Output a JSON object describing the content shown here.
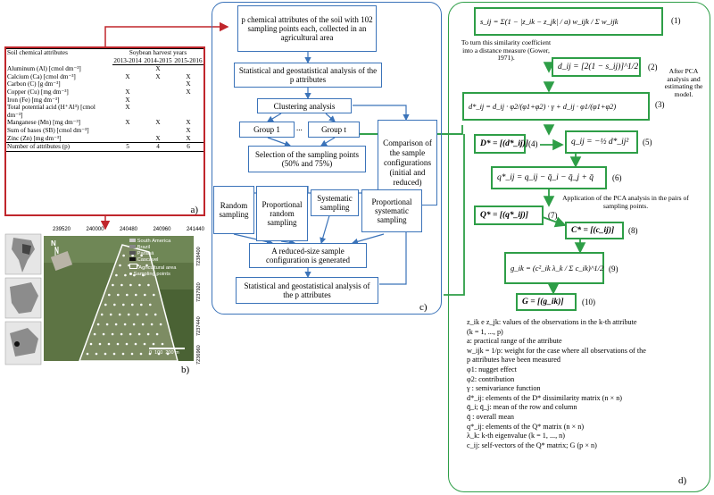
{
  "panel_a": {
    "label": "a)",
    "header_left": "Soil chemical attributes",
    "header_group": "Soybean harvest years",
    "years": [
      "2013-2014",
      "2014-2015",
      "2015-2016"
    ],
    "rows": [
      {
        "name": "Aluminum (Al) [cmol dm⁻³]",
        "marks": [
          "",
          "X",
          ""
        ]
      },
      {
        "name": "Calcium (Ca) [cmol dm⁻³]",
        "marks": [
          "X",
          "X",
          "X"
        ]
      },
      {
        "name": "Carbon (C) [g dm⁻³]",
        "marks": [
          "",
          "",
          "X"
        ]
      },
      {
        "name": "Copper (Cu) [mg dm⁻³]",
        "marks": [
          "X",
          "",
          "X"
        ]
      },
      {
        "name": "Iron (Fe) [mg dm⁻³]",
        "marks": [
          "X",
          "",
          ""
        ]
      },
      {
        "name": "Total potential acid (H⁺Al³) [cmol dm⁻³]",
        "marks": [
          "X",
          "",
          ""
        ]
      },
      {
        "name": "Manganese (Mn) [mg dm⁻³]",
        "marks": [
          "X",
          "X",
          "X"
        ]
      },
      {
        "name": "Sum of bases (SB) [cmol dm⁻³]",
        "marks": [
          "",
          "",
          "X"
        ]
      },
      {
        "name": "Zinc (Zn) [mg dm⁻³]",
        "marks": [
          "",
          "X",
          "X"
        ]
      }
    ],
    "total_row": {
      "name": "Number of attributes (p)",
      "values": [
        "5",
        "4",
        "6"
      ]
    }
  },
  "panel_b": {
    "label": "b)",
    "x_ticks": [
      "239520",
      "240000",
      "240480",
      "240960",
      "241440"
    ],
    "y_ticks": [
      "7238400",
      "7237920",
      "7237440",
      "7236960"
    ],
    "legend": [
      "South America",
      "Brazil",
      "Paraná",
      "Cascavel",
      "Agricultural area",
      "Sampling points"
    ],
    "scale": [
      "0",
      "100",
      "200 m"
    ],
    "north": "N"
  },
  "panel_c": {
    "label": "c)",
    "top": "p chemical attributes of the soil with 102 sampling points each, collected in an agricultural area",
    "stat1": "Statistical and geostatistical analysis of the p attributes",
    "cluster": "Clustering analysis",
    "group1": "Group 1",
    "dots": "...",
    "groupt": "Group t",
    "selection": "Selection of the sampling points (50% and 75%)",
    "random": "Random sampling",
    "prop_random": "Proportional random sampling",
    "systematic": "Systematic sampling",
    "prop_systematic": "Proportional systematic sampling",
    "reduced": "A reduced-size sample configuration is generated",
    "stat2": "Statistical and geostatistical analysis of the p attributes",
    "comparison": "Comparison of the sample configurations (initial and reduced)"
  },
  "panel_d": {
    "label": "d)",
    "eq1": "s_ij = Σ(1 − |z_ik − z_jk| / a) w_ijk / Σ w_ijk",
    "eq2": "d_ij = [2(1 − s_ij)]^1/2",
    "eq3": "d*_ij = d_ij · φ2/(φ1+φ2) · γ + d_ij · φ1/(φ1+φ2)",
    "eq4": "D* = [(d*_ij)]",
    "eq5": "q_ij = −½ d*_ij²",
    "eq6": "q*_ij = q_ij − q̄_i − q̄_j + q̄",
    "eq7": "Q* = [(q*_ij)]",
    "eq8": "C* = [(c_ij)]",
    "eq9": "g_ik = (c²_ik λ_k / Σ c_ik)^1/2",
    "eq10": "G = [(g_ik)]",
    "nums": [
      "(1)",
      "(2)",
      "(3)",
      "(4)",
      "(5)",
      "(6)",
      "(7)",
      "(8)",
      "(9)",
      "(10)"
    ],
    "note1": "To turn this similarity coefficient into a distance measure (Gower, 1971).",
    "note2": "After PCA analysis and estimating the model.",
    "note3": "Application of the PCA analysis in the pairs of sampling points.",
    "legend": [
      "z_ik e z_jk: values of the observations in the k-th attribute",
      "(k = 1, ..., p)",
      "a: practical range of the attribute",
      "w_ijk = 1/p: weight for the case where all observations of the",
      "p attributes have been measured",
      "φ1: nugget effect",
      "φ2: contribution",
      "γ : semivariance function",
      "d*_ij: elements of the D* dissimilarity matrix (n × n)",
      "q̄_i; q̄_j: mean of the row and column",
      "q̄ : overall mean",
      "q*_ij: elements of the Q* matrix (n × n)",
      "λ_k: k-th eigenvalue (k = 1, ..., n)",
      "c_ij: self-vectors of the Q* matrix; G (p × n)"
    ]
  }
}
